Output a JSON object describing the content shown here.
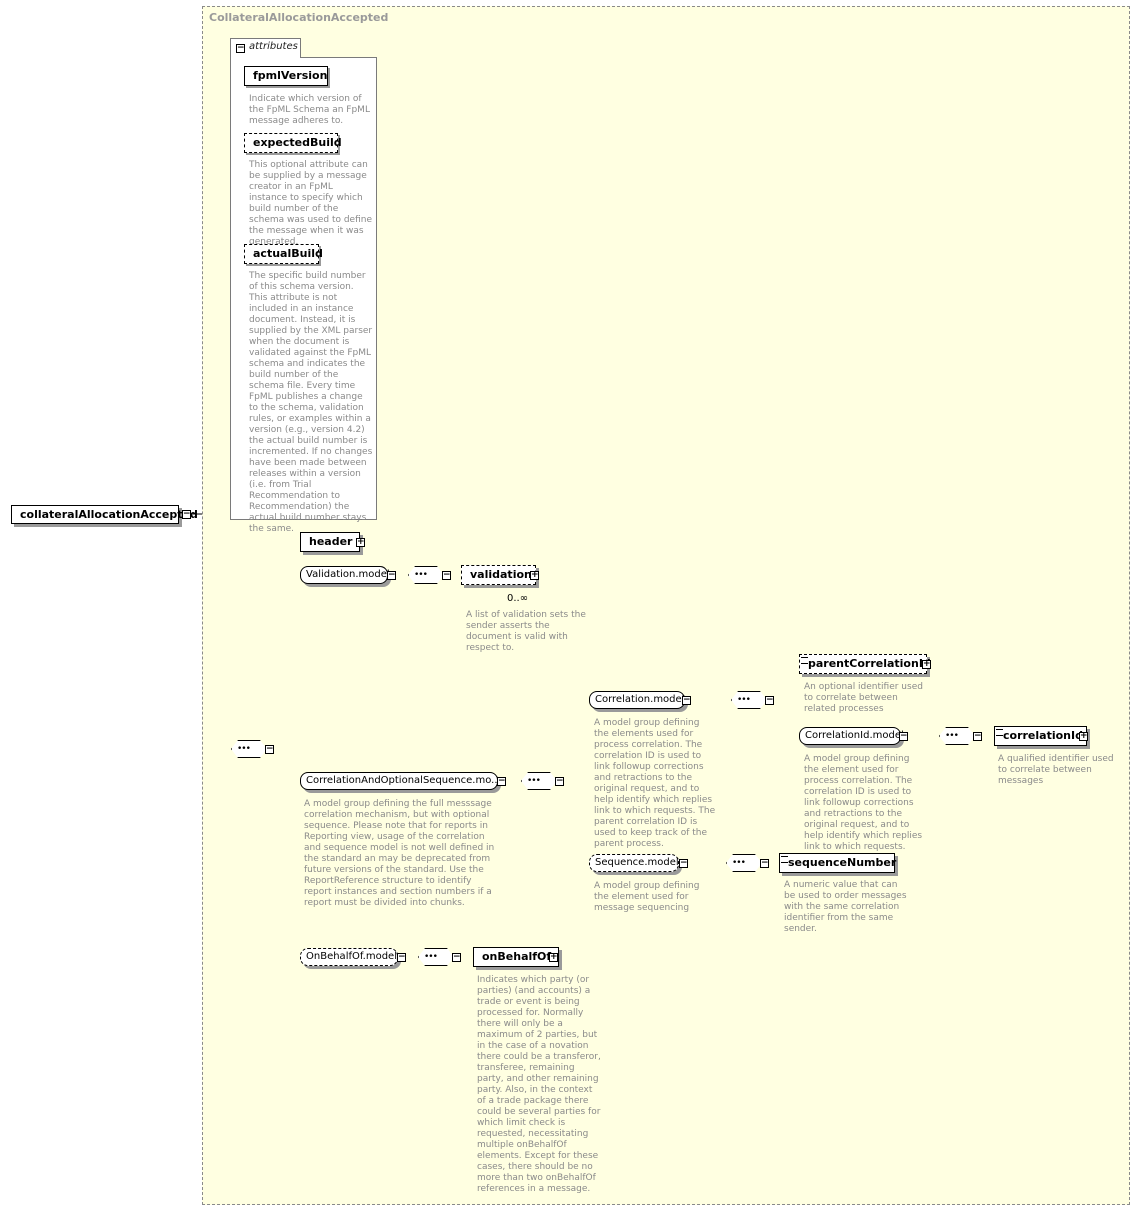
{
  "region": {
    "title": "CollateralAllocationAccepted"
  },
  "root": {
    "label": "collateralAllocationAccepted"
  },
  "attributes": {
    "tab_label": "attributes",
    "items": [
      {
        "name": "fpmlVersion",
        "desc": "Indicate which version of the FpML Schema an FpML message adheres to."
      },
      {
        "name": "expectedBuild",
        "desc": "This optional attribute can be supplied by a message creator in an FpML instance to specify which build number of the schema was used to define the message when it was generated."
      },
      {
        "name": "actualBuild",
        "desc": "The specific build number of this schema version. This attribute is not included in an instance document. Instead, it is supplied by the XML parser when the document is validated against the FpML schema and indicates the build number of the schema file. Every time FpML publishes a change to the schema, validation rules, or examples within a version (e.g., version 4.2) the actual build number is incremented. If no changes have been made between releases within a version (i.e. from Trial Recommendation to Recommendation) the actual build number stays the same."
      }
    ]
  },
  "nodes": {
    "header": {
      "label": "header"
    },
    "validation_model": {
      "label": "Validation.model"
    },
    "validation": {
      "label": "validation",
      "cardinality": "0..∞",
      "desc": "A list of validation sets the sender asserts the document is valid with respect to."
    },
    "corr_and_opt": {
      "label": "CorrelationAndOptionalSequence.mo...",
      "desc": "A model group defining the full messsage correlation mechanism, but with optional sequence. Please note that for reports in Reporting view, usage of the correlation and sequence model is not well defined in the standard an may be deprecated from future versions of the standard. Use the ReportReference structure to identify report instances and section numbers if a report must be divided into chunks."
    },
    "correlation_model": {
      "label": "Correlation.model",
      "desc": "A model group defining the elements used for process correlation. The correlation ID is used to link followup corrections and retractions to the original request, and to help identify which replies link to which requests. The parent correlation ID is used to keep track of the parent process."
    },
    "parent_correlation_id": {
      "label": "parentCorrelationId",
      "desc": "An optional identifier used to correlate between related processes"
    },
    "correlation_id_model": {
      "label": "CorrelationId.model",
      "desc": "A model group defining the element used for process correlation. The correlation ID is used to link followup corrections and retractions to the original request, and to help identify which replies link to which requests."
    },
    "correlation_id": {
      "label": "correlationId",
      "desc": "A qualified identifier used to correlate between messages"
    },
    "sequence_model": {
      "label": "Sequence.model",
      "desc": "A model group defining the element used for message sequencing"
    },
    "sequence_number": {
      "label": "sequenceNumber",
      "desc": "A numeric value that can be used to order messages with the same correlation identifier from the same sender."
    },
    "on_behalf_of_model": {
      "label": "OnBehalfOf.model"
    },
    "on_behalf_of": {
      "label": "onBehalfOf",
      "desc": "Indicates which party (or parties) (and accounts) a trade or event is being processed for. Normally there will only be a maximum of 2 parties, but in the case of a novation there could be a transferor, transferee, remaining party, and other remaining party. Also, in the context of a trade package there could be several parties for which limit check is requested, necessitating multiple onBehalfOf elements. Except for these cases, there should be no more than two onBehalfOf references in a message."
    }
  },
  "icons": {
    "collapse": "minus-toggle-icon",
    "expand": "plus-toggle-icon",
    "sequence": "sequence-compositor-icon",
    "simple_type": "simple-type-icon"
  },
  "colors": {
    "region_bg": "#ffffe1",
    "border": "#8a8a8a",
    "desc_text": "#8a8a8a"
  }
}
